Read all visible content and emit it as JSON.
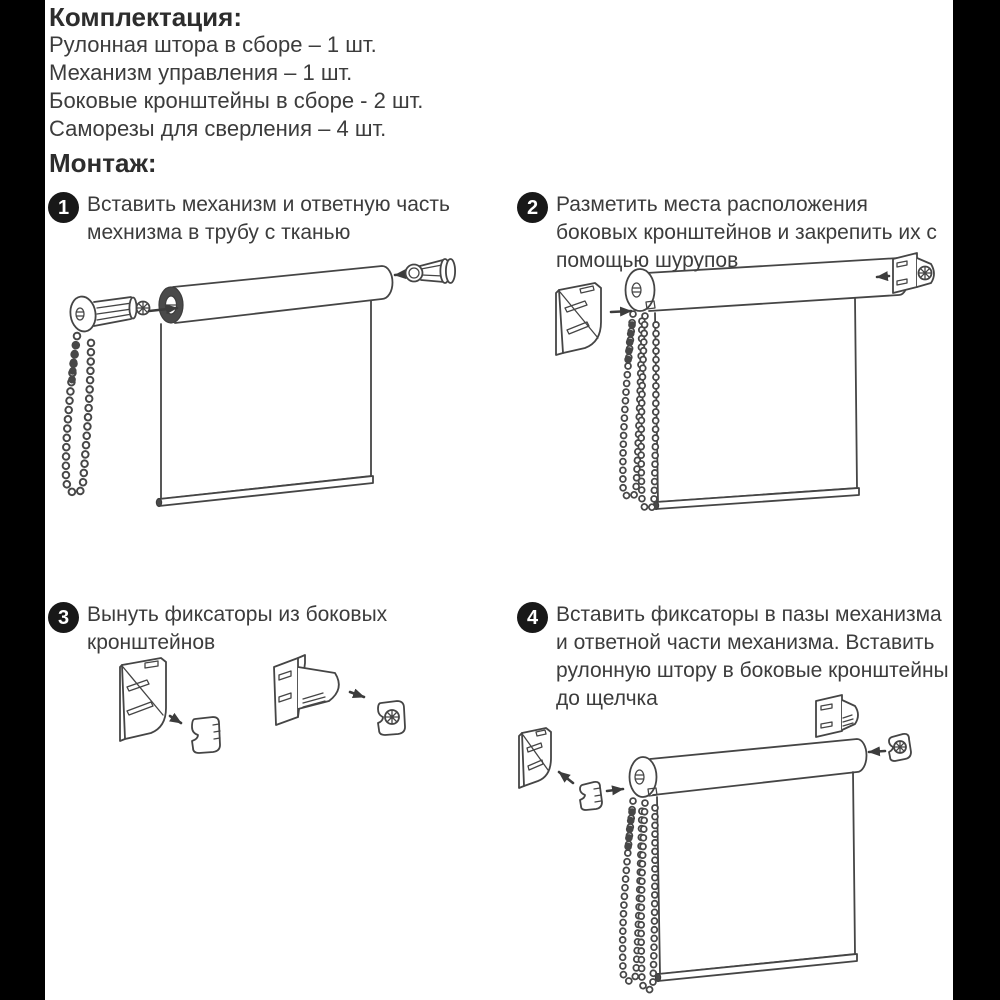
{
  "document": {
    "package": {
      "title": "Комплектация:",
      "items": [
        "Рулонная штора в сборе – 1 шт.",
        "Механизм управления – 1 шт.",
        "Боковые кронштейны в сборе - 2 шт.",
        "Саморезы для сверления – 4 шт."
      ]
    },
    "installation": {
      "title": "Монтаж:",
      "steps": [
        {
          "number": "1",
          "text": "Вставить механизм и ответную часть мехнизма в трубу с тканью"
        },
        {
          "number": "2",
          "text": "Разметить места расположения боковых кронштейнов и закрепить их с помощью шурупов"
        },
        {
          "number": "3",
          "text": "Вынуть фиксаторы из боковых кронштейнов"
        },
        {
          "number": "4",
          "text": "Вставить фиксаторы в пазы механизма и ответной части механизма. Вставить рулонную штору в боковые кронштейны до щелчка"
        }
      ]
    },
    "colors": {
      "page_background": "#000000",
      "sheet_background": "#ffffff",
      "line_art": "#454545",
      "text": "#3c3c3c",
      "step_badge": "#181818"
    },
    "icons": {
      "step1": [
        "chain-control-mechanism-icon",
        "arrow-right-icon",
        "roller-tube-with-fabric-icon",
        "arrow-left-icon",
        "end-plug-icon"
      ],
      "step2": [
        "wall-bracket-icon",
        "arrow-right-icon",
        "assembled-roller-blind-icon",
        "arrow-left-icon",
        "bracket-with-gear-icon"
      ],
      "step3": [
        "flat-bracket-icon",
        "arrow-icon",
        "fixator-clip-icon",
        "side-bracket-icon",
        "gear-fixator-icon"
      ],
      "step4": [
        "wall-bracket-icon",
        "arrow-up-left-icon",
        "fixator-clip-icon",
        "arrow-right-icon",
        "assembled-roller-blind-icon",
        "top-bracket-icon",
        "arrow-left-icon",
        "gear-fixator-icon"
      ]
    }
  }
}
